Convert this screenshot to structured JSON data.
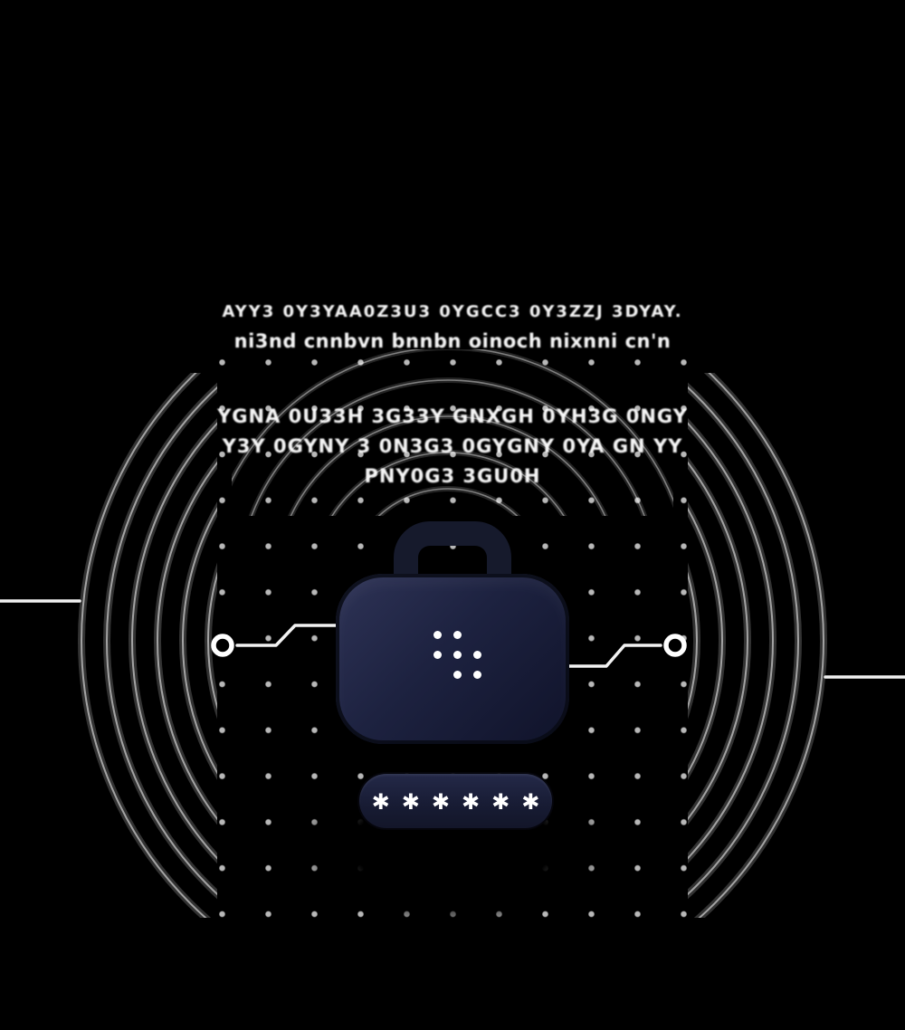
{
  "canvas": {
    "background": "#000000",
    "description": "password-protected page illustration"
  },
  "heading": {
    "line1": "AYY3 0Y3YAA0Z3U3 0YGCC3 0Y3ZZJ 3DYAY.",
    "line2": "ni3nd cnnbvn bnnbn oinoch nixnni cn'n"
  },
  "body_text": {
    "line1": "YGNA 0U33H 3G33Y GNXGH 0YH3G 0NGY",
    "line2": "Y3Y 0GYNY 3 0N3G3 0GYGNY 0YA GN YY",
    "line3": "PNY0G3 3GU0H"
  },
  "lock": {
    "keypad_pattern": [
      [
        1,
        1,
        0
      ],
      [
        1,
        1,
        1
      ],
      [
        0,
        1,
        1
      ]
    ],
    "case_color": "#1d2240",
    "handle_color": "#161a2c",
    "dot_color": "#ffffff"
  },
  "password_field": {
    "masked_value": "✱✱✱✱✱✱",
    "char_count": 6,
    "field_color": "#171b33"
  },
  "decor": {
    "ripple_color": "#ffffff",
    "grid_dot_color": "#ffffff",
    "circuit_color": "#ffffff"
  }
}
